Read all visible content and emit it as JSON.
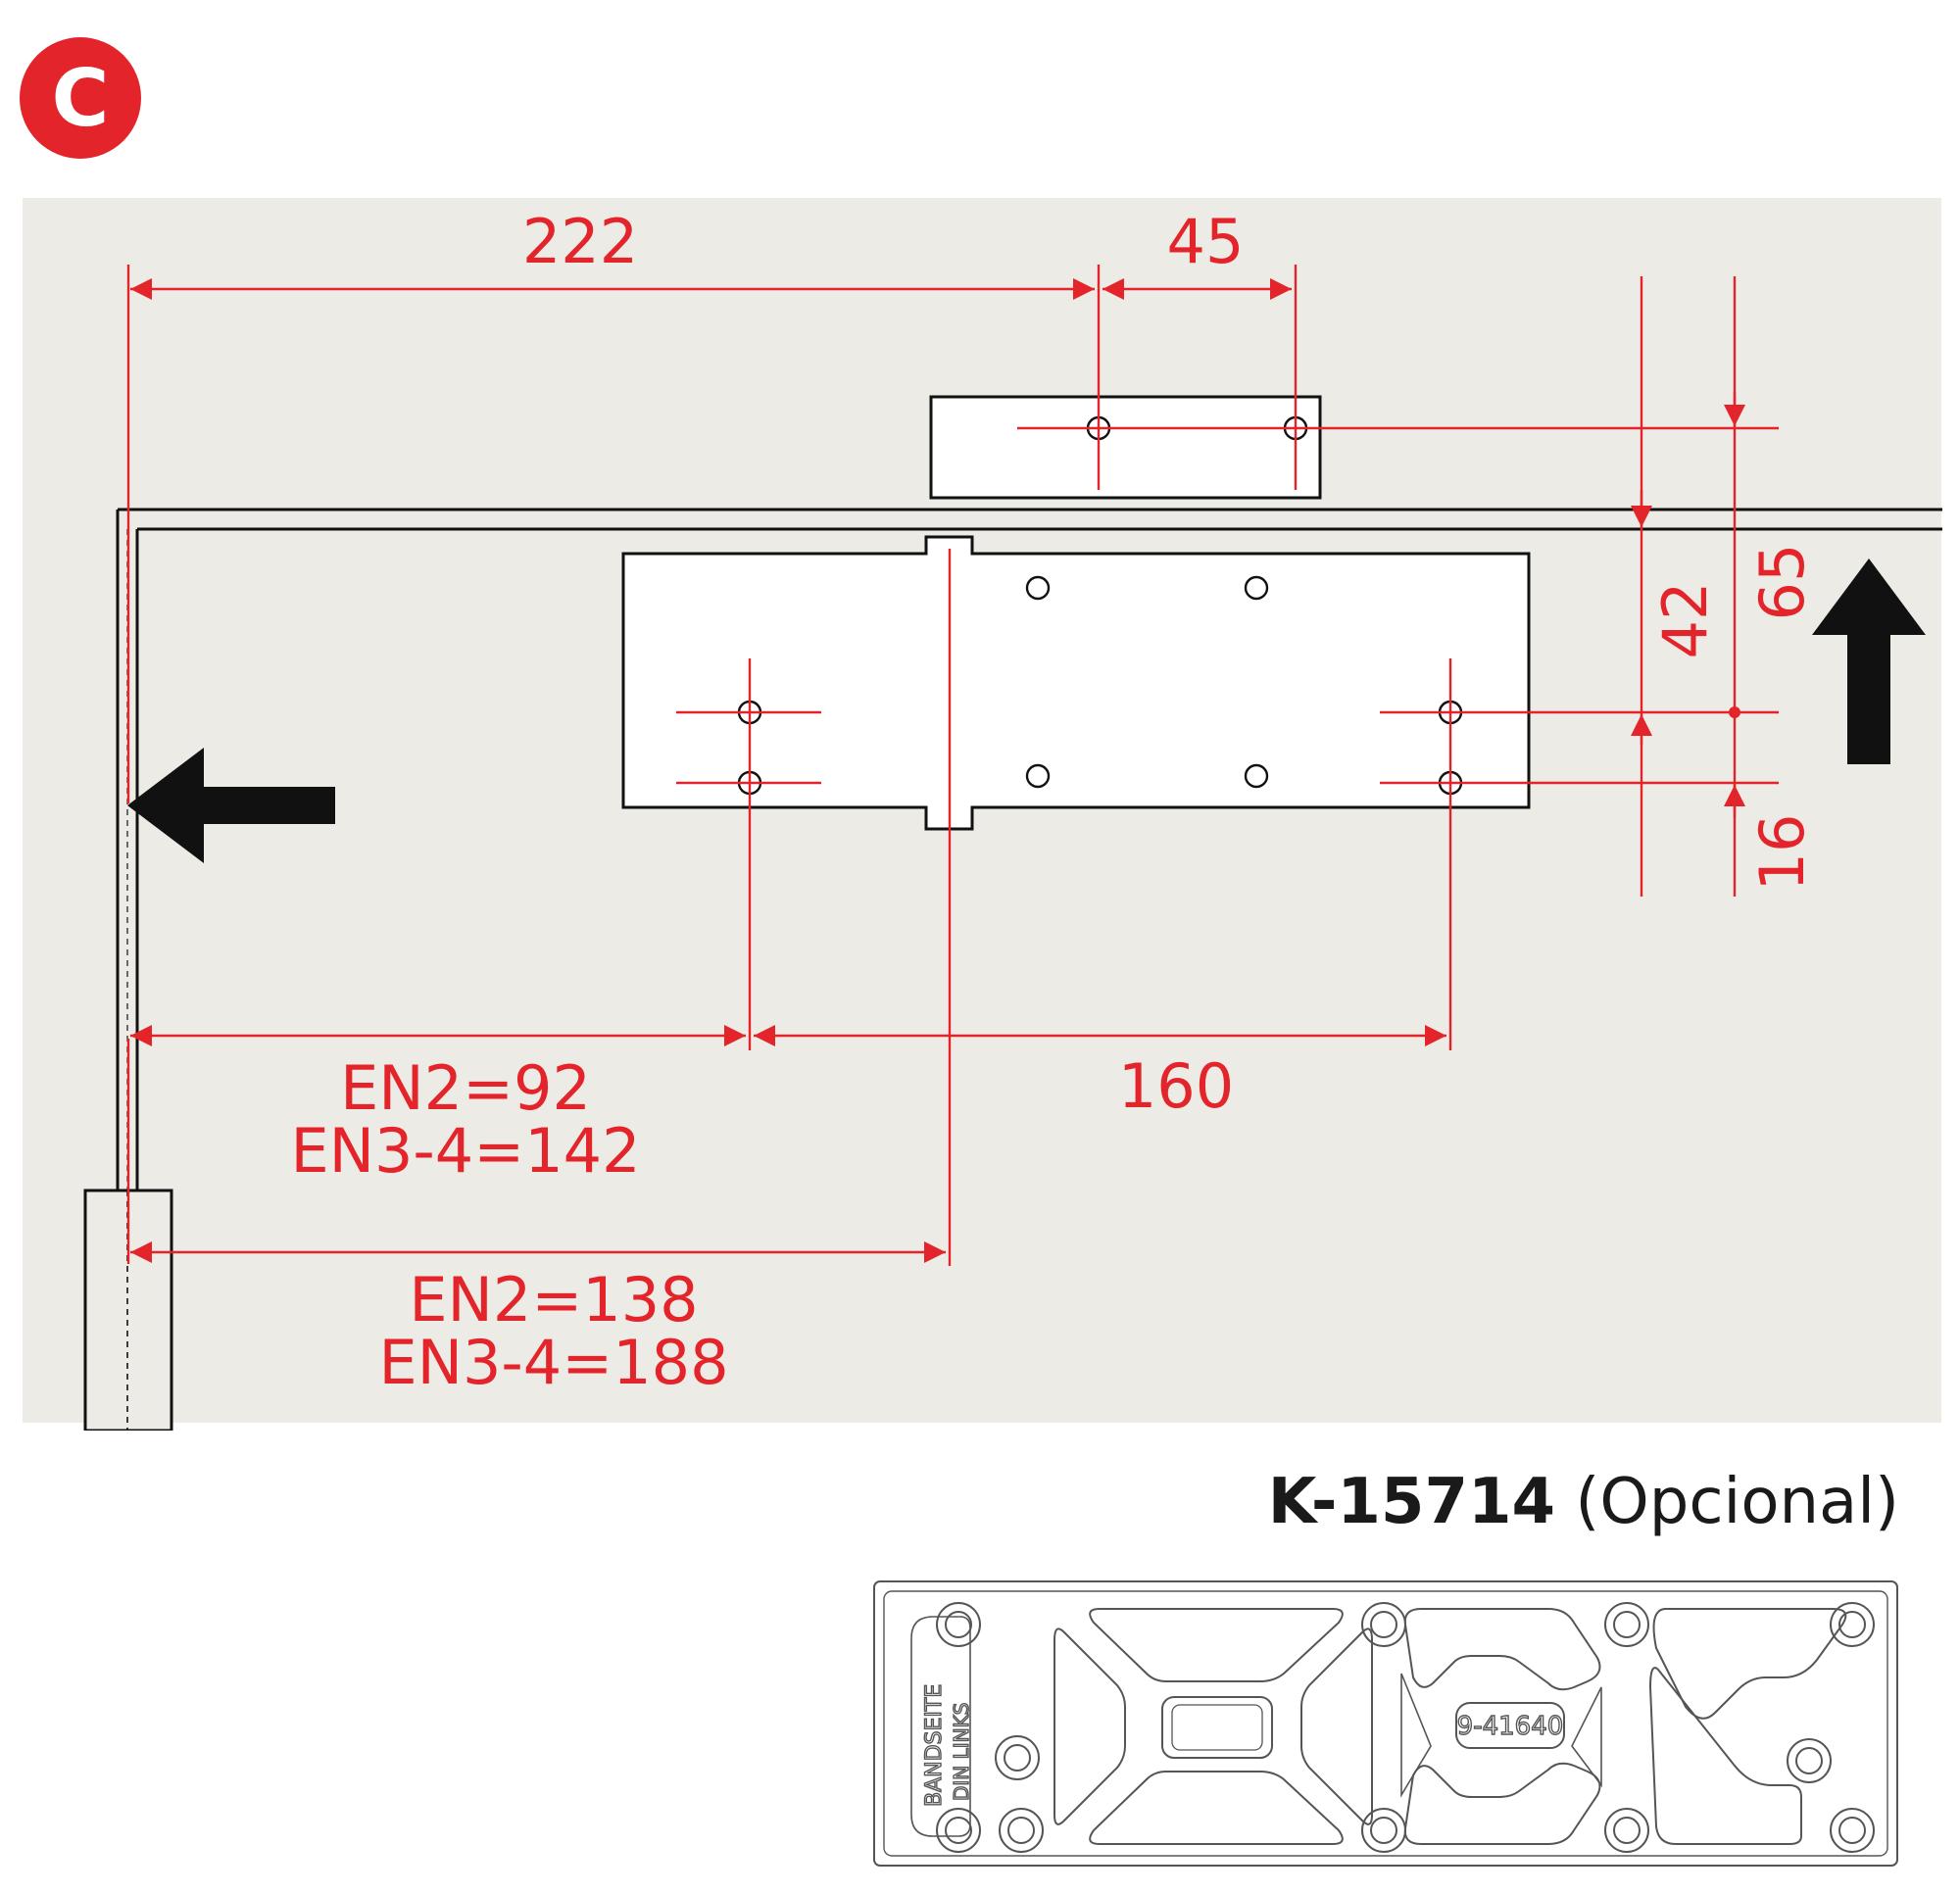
{
  "badge": {
    "letter": "C",
    "color": "#e3252b"
  },
  "drawing": {
    "dimension_color": "#e3252b",
    "panel_color": "#edebe5",
    "dimensions": {
      "d222": "222",
      "d45": "45",
      "d42": "42",
      "d65": "65",
      "d16": "16",
      "d160": "160",
      "d92_line1": "EN2=92",
      "d92_line2": "EN3-4=142",
      "d138_line1": "EN2=138",
      "d138_line2": "EN3-4=188"
    },
    "icons": [
      "arrow-left-icon",
      "arrow-up-icon"
    ]
  },
  "part": {
    "code": "K-15714",
    "note": "(Opcional)",
    "plate_text_1": "BANDSEITE",
    "plate_text_2": "DIN LINKS",
    "plate_code": "9-41640"
  }
}
